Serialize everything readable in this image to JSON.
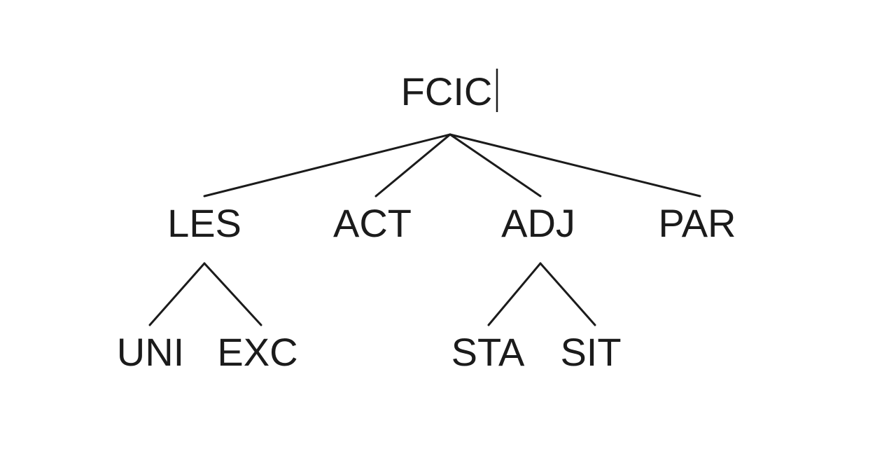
{
  "tree": {
    "root": {
      "id": "root",
      "label": "FCIC"
    },
    "level1": [
      {
        "id": "les",
        "label": "LES"
      },
      {
        "id": "act",
        "label": "ACT"
      },
      {
        "id": "adj",
        "label": "ADJ"
      },
      {
        "id": "par",
        "label": "PAR"
      }
    ],
    "level2": [
      {
        "id": "uni",
        "label": "UNI",
        "parent": "les"
      },
      {
        "id": "exc",
        "label": "EXC",
        "parent": "les"
      },
      {
        "id": "sta",
        "label": "STA",
        "parent": "adj"
      },
      {
        "id": "sit",
        "label": "SIT",
        "parent": "adj"
      }
    ]
  }
}
